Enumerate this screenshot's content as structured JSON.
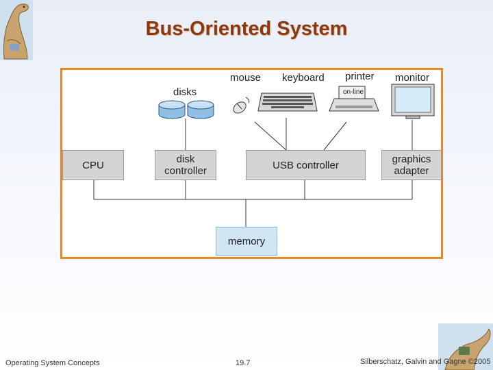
{
  "slide": {
    "title": "Bus-Oriented System"
  },
  "diagram": {
    "components": {
      "cpu": "CPU",
      "disk_controller": "disk\ncontroller",
      "usb_controller": "USB controller",
      "graphics_adapter": "graphics\nadapter",
      "memory": "memory"
    },
    "devices": {
      "disks": "disks",
      "mouse": "mouse",
      "keyboard": "keyboard",
      "printer": "printer",
      "printer_display": "on-line",
      "monitor": "monitor"
    }
  },
  "footer": {
    "left": "Operating System Concepts",
    "center": "19.7",
    "right": "Silberschatz, Galvin and Gagne ©2005"
  },
  "colors": {
    "title": "#8b3a10",
    "frame": "#e08a2a",
    "component_fill": "#d4d4d4",
    "memory_fill": "#d0e6f3",
    "disk_fill": "#a9d0ec"
  }
}
